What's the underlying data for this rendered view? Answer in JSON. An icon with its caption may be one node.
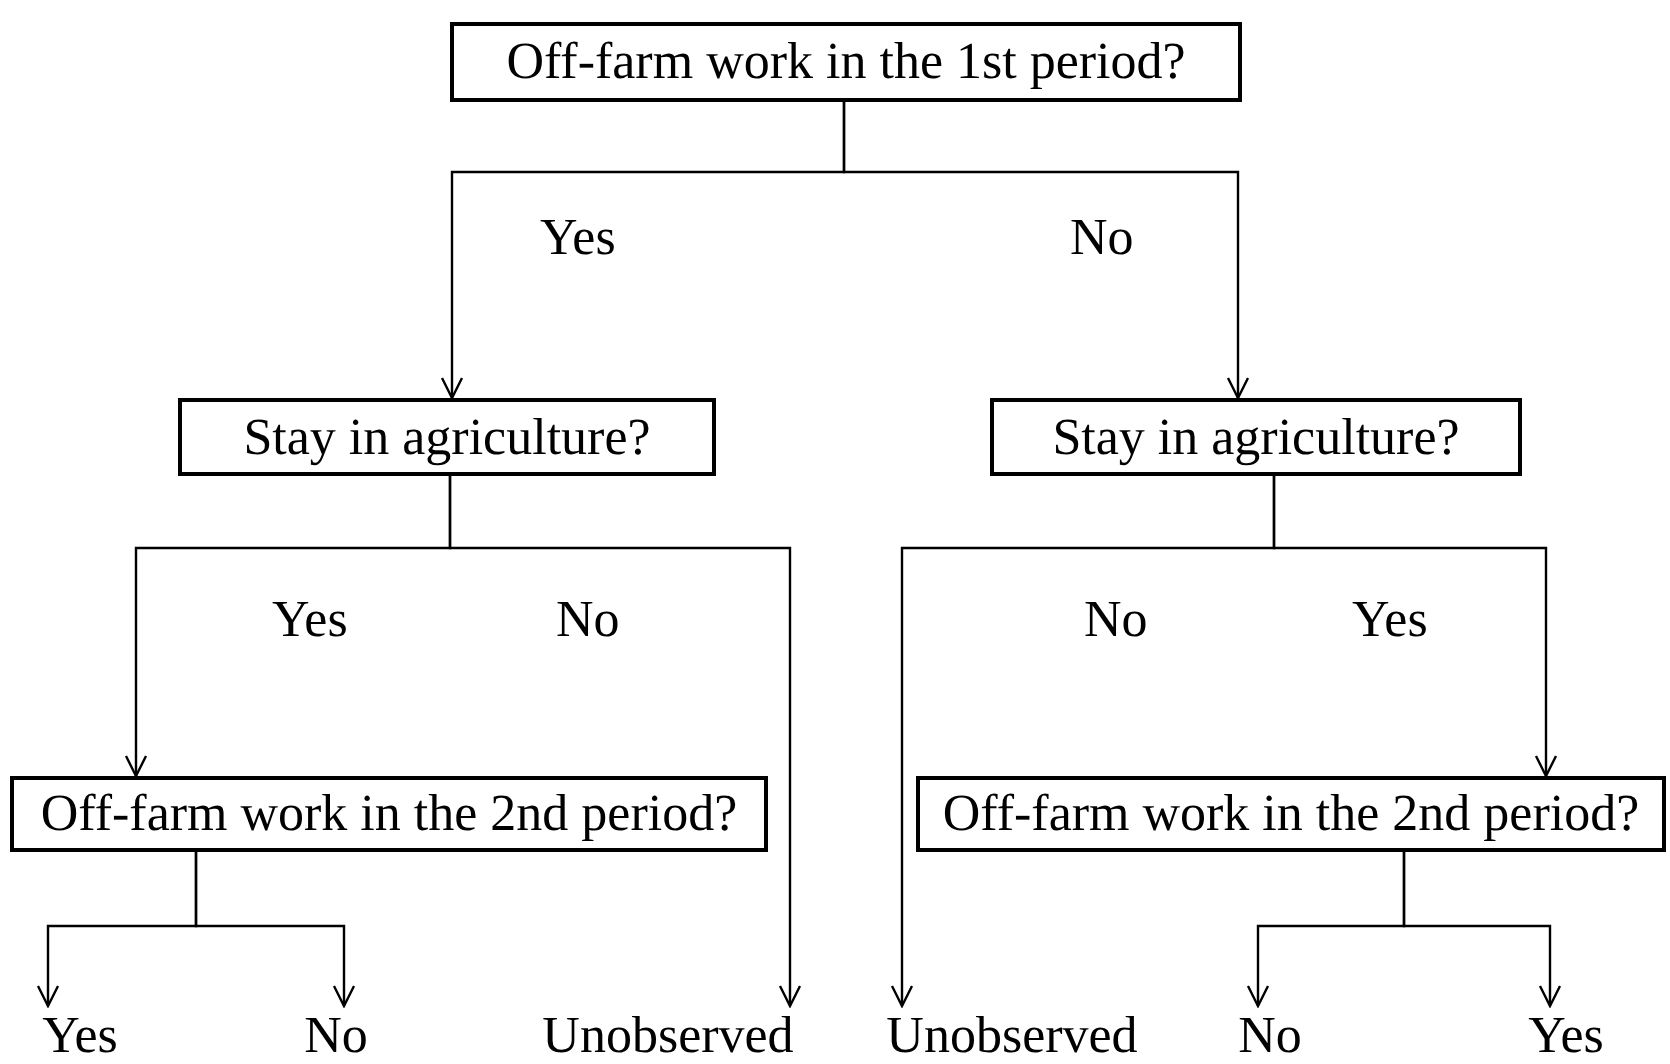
{
  "diagram": {
    "nodes": [
      {
        "text": [
          "Off-farm work in the 1st period?"
        ]
      },
      {
        "text": [
          "Stay in agriculture?"
        ]
      },
      {
        "text": [
          "Stay in agriculture?"
        ]
      },
      {
        "text": [
          "Off-farm work in the 2nd period?"
        ]
      },
      {
        "text": [
          "Off-farm work in the 2nd period?"
        ]
      },
      {
        "text": [
          "Yes"
        ]
      },
      {
        "text": [
          "No"
        ]
      },
      {
        "text": [
          "Unobserved"
        ]
      },
      {
        "text": [
          "Unobserved"
        ]
      },
      {
        "text": [
          "No"
        ]
      },
      {
        "text": [
          "Yes"
        ]
      }
    ],
    "edges": [
      {
        "from": 0,
        "to": 1,
        "arrow": "to",
        "label": "Yes"
      },
      {
        "from": 0,
        "to": 2,
        "arrow": "to",
        "label": "No"
      },
      {
        "from": 1,
        "to": 3,
        "arrow": "to",
        "label": "Yes"
      },
      {
        "from": 1,
        "to": 7,
        "arrow": "to",
        "label": "No"
      },
      {
        "from": 2,
        "to": 8,
        "arrow": "to",
        "label": "No"
      },
      {
        "from": 2,
        "to": 4,
        "arrow": "to",
        "label": "Yes"
      },
      {
        "from": 3,
        "to": 5,
        "arrow": "to"
      },
      {
        "from": 3,
        "to": 6,
        "arrow": "to"
      },
      {
        "from": 4,
        "to": 9,
        "arrow": "to"
      },
      {
        "from": 4,
        "to": 10,
        "arrow": "to"
      }
    ]
  }
}
